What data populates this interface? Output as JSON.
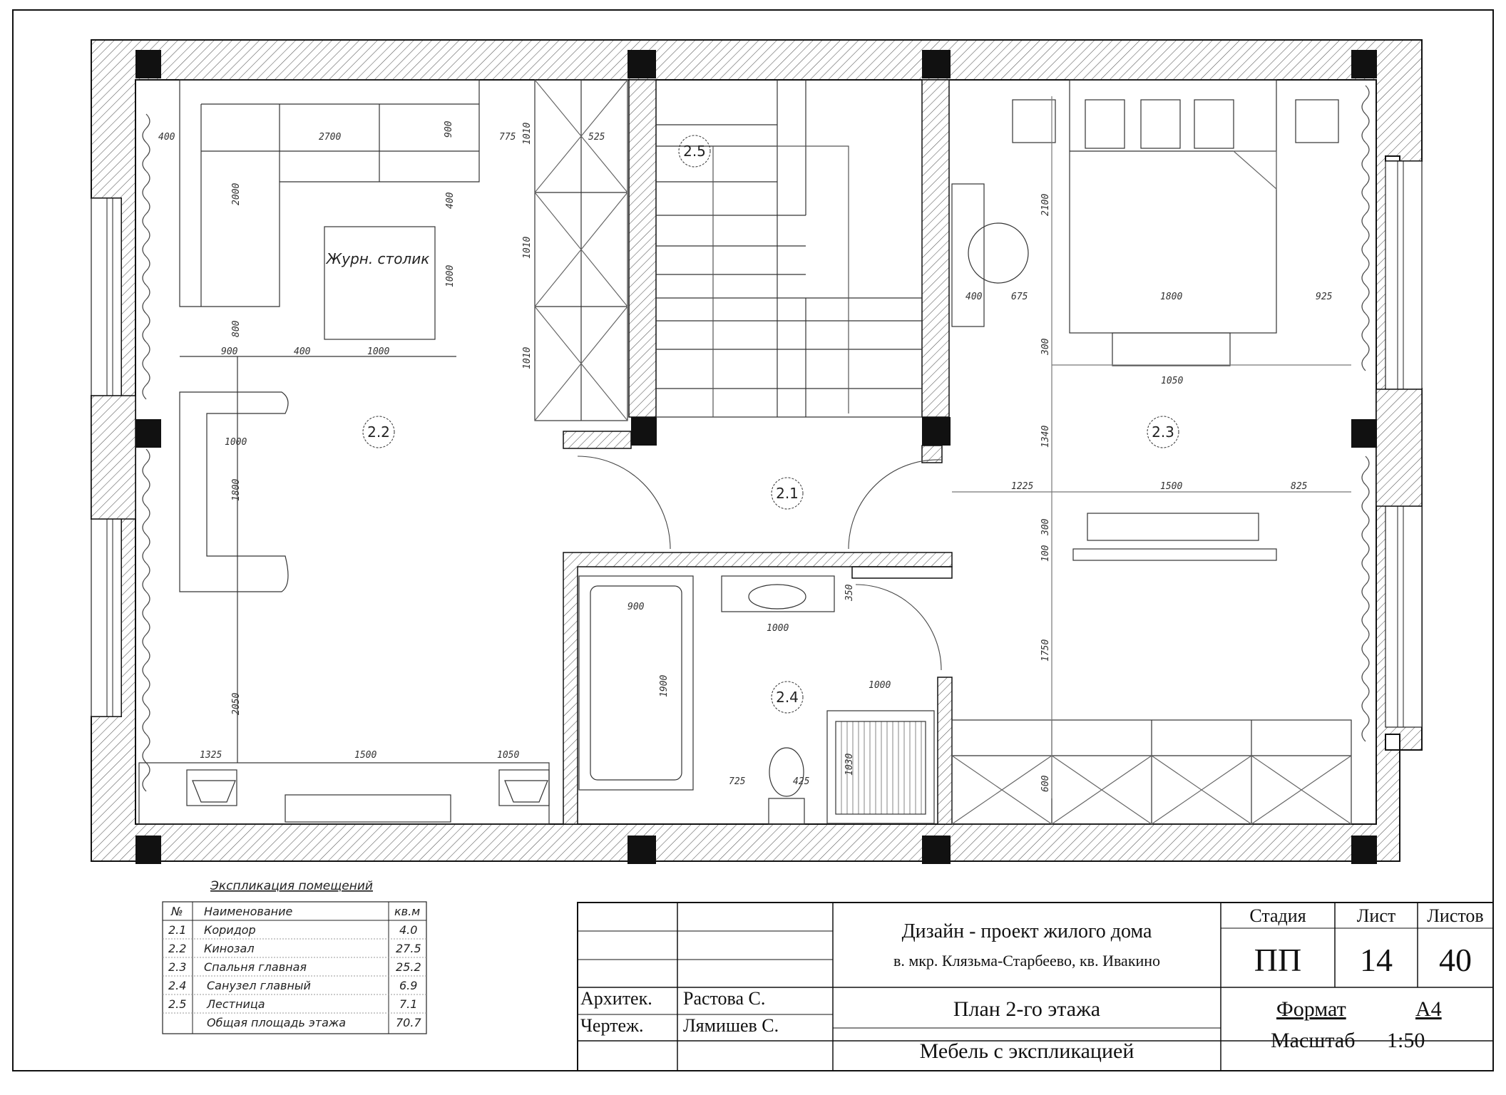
{
  "rooms": {
    "r21": "2.1",
    "r22": "2.2",
    "r23": "2.3",
    "r24": "2.4",
    "r25": "2.5"
  },
  "furniture": {
    "coffee_table": "Журн. столик"
  },
  "dims": {
    "living_left_400": "400",
    "sofa_2700": "2700",
    "sofa_900": "900",
    "sofa_2000": "2000",
    "table_400": "400",
    "table_1000_v": "1000",
    "d_800": "800",
    "d_900": "900",
    "d_400_b": "400",
    "d_1000_b": "1000",
    "wr_775": "775",
    "wr_1010_a": "1010",
    "wr_525": "525",
    "wr_1010_b": "1010",
    "wr_1010_c": "1010",
    "chair_1000": "1000",
    "chair_1800": "1800",
    "living_2050": "2050",
    "tv_1325": "1325",
    "tv_1500": "1500",
    "tv_1050": "1050",
    "bed_2100": "2100",
    "bed_400": "400",
    "bed_675": "675",
    "bed_1800": "1800",
    "bed_925": "925",
    "bed_300": "300",
    "bench_1050": "1050",
    "bed_1340": "1340",
    "tvb_1225": "1225",
    "tvb_1500": "1500",
    "tvb_825": "825",
    "tvb_100": "100",
    "tvb_300": "300",
    "bed_1750": "1750",
    "wr2_600": "600",
    "bath_900": "900",
    "bath_1900": "1900",
    "sink_1000": "1000",
    "sink_350": "350",
    "wc_725": "725",
    "wc_425": "425",
    "shower_1000": "1000",
    "shower_1030": "1030"
  },
  "explication": {
    "title": "Экспликация помещений",
    "headers": [
      "№",
      "Наименование",
      "кв.м"
    ],
    "rows": [
      [
        "2.1",
        "Коридор",
        "4.0"
      ],
      [
        "2.2",
        "Кинозал",
        "27.5"
      ],
      [
        "2.3",
        "Спальня главная",
        "25.2"
      ],
      [
        "2.4",
        "Санузел главный",
        "6.9"
      ],
      [
        "2.5",
        "Лестница",
        "7.1"
      ],
      [
        "",
        "Общая площадь этажа",
        "70.7"
      ]
    ]
  },
  "title_block": {
    "project_line1": "Дизайн - проект  жилого  дома",
    "project_line2": "в. мкр. Клязьма-Старбеево, кв. Ивакино",
    "stage_label": "Стадия",
    "sheet_label": "Лист",
    "sheets_label": "Листов",
    "stage_value": "ПП",
    "sheet_value": "14",
    "sheets_value": "40",
    "architect_label": "Архитек.",
    "architect_name": "Растова С.",
    "drafter_label": "Чертеж.",
    "drafter_name": "Лямишев С.",
    "drawing_title": "План 2-го  этажа",
    "drawing_subtitle": "Мебель с экспликацией",
    "format_label": "Формат",
    "format_value": "А4",
    "scale_label": "Масштаб",
    "scale_value": "1:50"
  }
}
